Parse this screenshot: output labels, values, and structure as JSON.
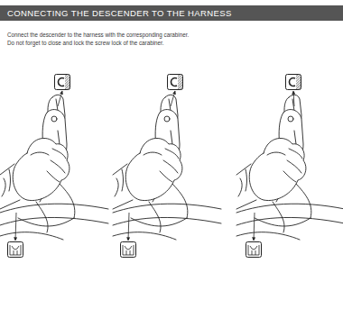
{
  "diagram": {
    "title": "CONNECTING THE DESCENDER TO THE HARNESS",
    "labels": [
      "Connect the descender to the harness with the corresponding carabiner.",
      "Do not forget to close and lock the screw lock of the carabiner."
    ]
  }
}
